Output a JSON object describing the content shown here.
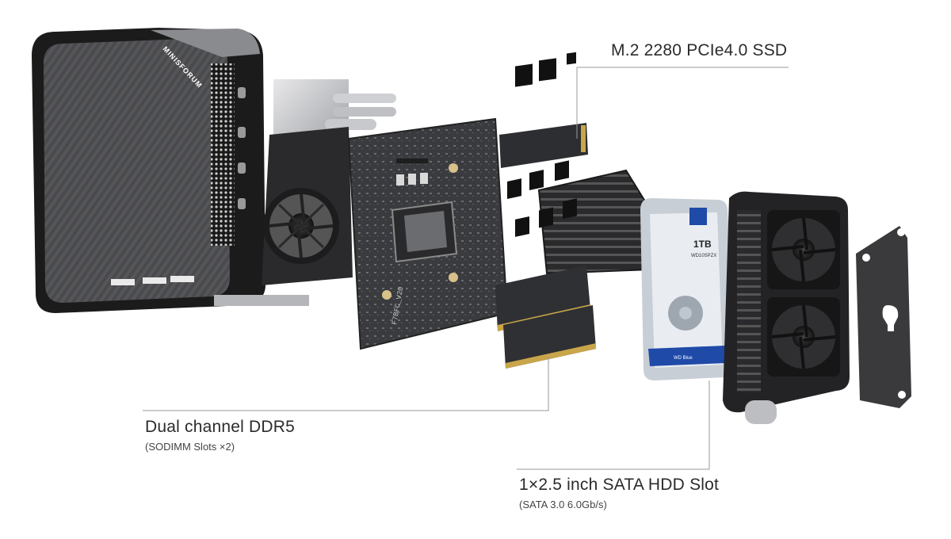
{
  "brand": {
    "logo_text": "MINISFORUM"
  },
  "callouts": {
    "ssd": {
      "title": "M.2 2280 PCIe4.0 SSD"
    },
    "memory": {
      "title": "Dual channel DDR5",
      "subtitle": "(SODIMM Slots ×2)"
    },
    "hdd": {
      "title": "1×2.5 inch SATA HDD Slot",
      "subtitle": "(SATA 3.0 6.0Gb/s)"
    }
  },
  "hdd_drive": {
    "capacity_label": "1TB",
    "model_label": "WD10SPZX",
    "series_label": "WD Blue"
  },
  "board": {
    "silk_text": "F7BFC_V20"
  }
}
